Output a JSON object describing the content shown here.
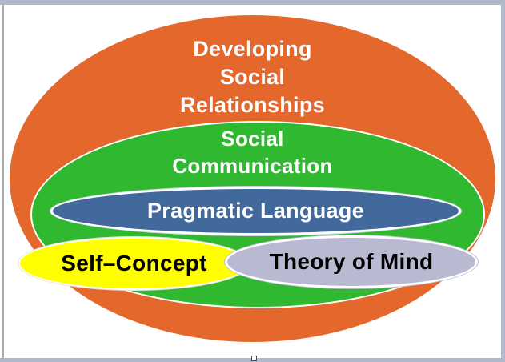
{
  "window": {
    "frame_color": "#B0B9CB",
    "left_edge_color": "#A6AAB2",
    "background_color": "#FFFFFF",
    "resize_handle": {
      "fill": "#FFFFFF",
      "border": "#4A4F57"
    }
  },
  "diagram": {
    "type": "nested-venn-ellipses",
    "ellipse_border_color": "#FFFFFF",
    "ellipses": [
      {
        "id": "developing-social-relationships",
        "label": "Developing\nSocial\nRelationships",
        "fill": "#E4672C",
        "text_color": "#FFFFFF",
        "level": "outermost"
      },
      {
        "id": "social-communication",
        "label": "Social\nCommunication",
        "fill": "#31B831",
        "text_color": "#FFFFFF",
        "level": "inside developing-social-relationships"
      },
      {
        "id": "pragmatic-language",
        "label": "Pragmatic Language",
        "fill": "#41699B",
        "text_color": "#FFFFFF",
        "level": "inside social-communication"
      },
      {
        "id": "self-concept",
        "label": "Self–Concept",
        "fill": "#FFFF00",
        "text_color": "#000000",
        "level": "overlapping, lower left"
      },
      {
        "id": "theory-of-mind",
        "label": "Theory of Mind",
        "fill": "#B9BAD1",
        "text_color": "#000000",
        "level": "overlapping, lower right"
      }
    ]
  }
}
